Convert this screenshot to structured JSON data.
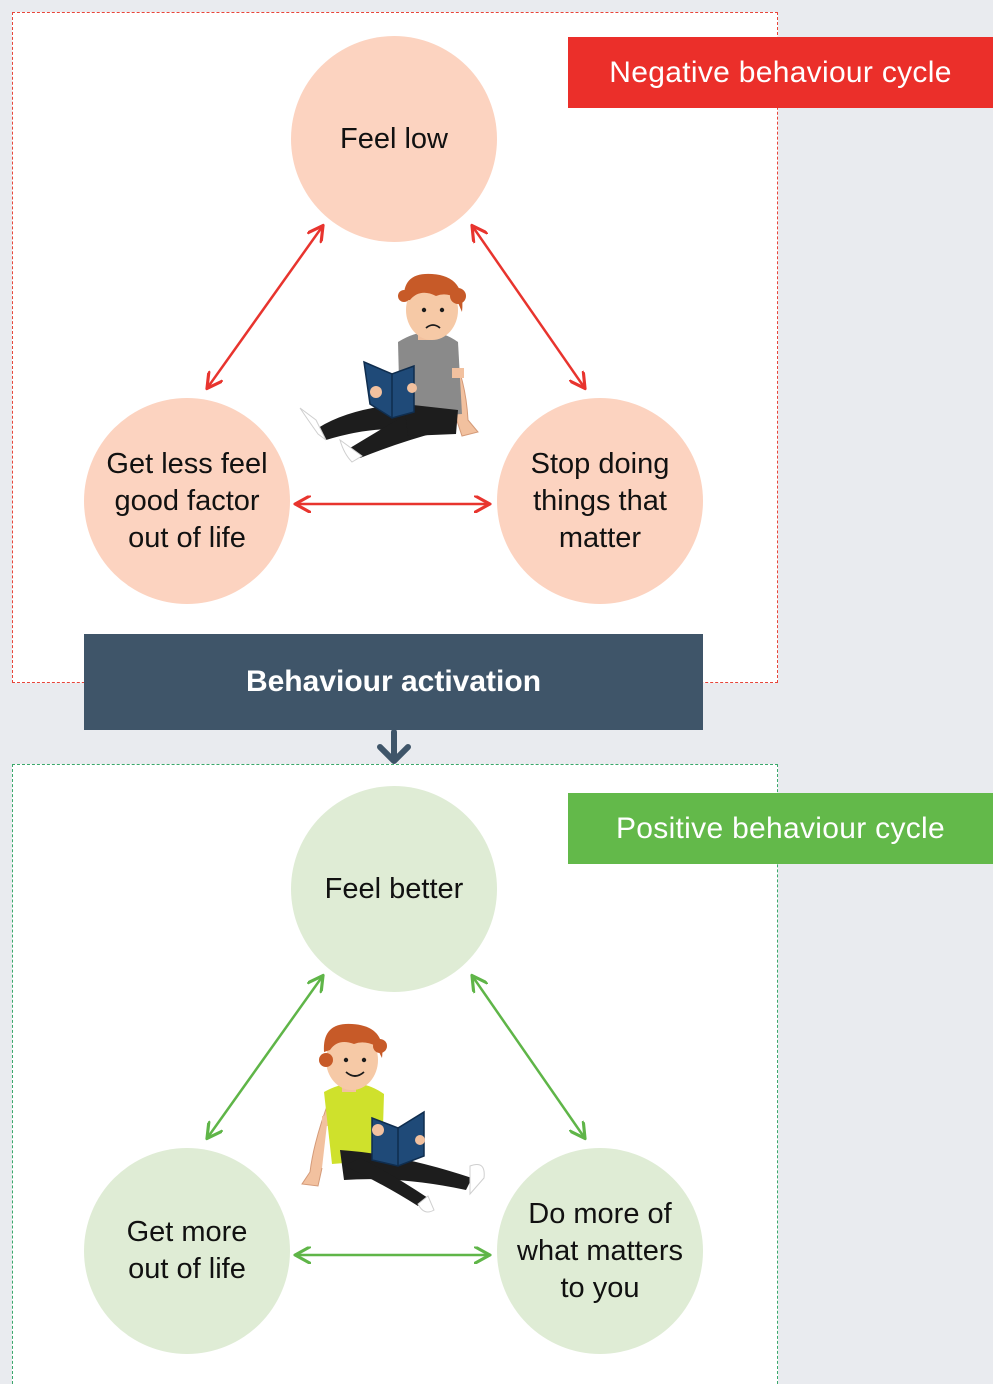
{
  "negative_cycle": {
    "tag": "Negative behaviour cycle",
    "nodes": {
      "top": "Feel low",
      "left": "Get less feel\ngood factor\nout of life",
      "right": "Stop doing\nthings that\nmatter"
    },
    "color": "#eb2f2a"
  },
  "transition": {
    "label": "Behaviour activation",
    "color": "#3f5569"
  },
  "positive_cycle": {
    "tag": "Positive behaviour cycle",
    "nodes": {
      "top": "Feel better",
      "left": "Get more\nout of life",
      "right": "Do more of\nwhat matters\nto you"
    },
    "color": "#63b94a"
  },
  "illustrations": {
    "sad_reader": "sad-person-reading-illustration",
    "happy_reader": "happy-person-reading-illustration"
  }
}
